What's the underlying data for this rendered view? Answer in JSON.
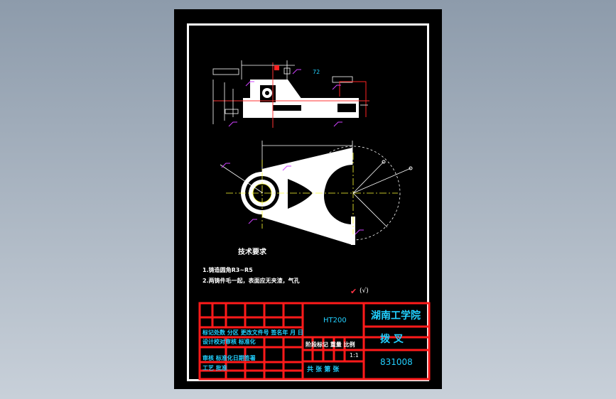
{
  "drawing": {
    "tech_heading": "技术要求",
    "tech_notes": [
      "1.铸造圆角R3~R5",
      "2.两铸件毛一起，表面应无夹渣，气孔"
    ],
    "surface_symbol": "(√)",
    "dim_top": "72"
  },
  "title_block": {
    "material": "HT200",
    "school": "湖南工学院",
    "part_name": "拨  叉",
    "drawing_no": "831008",
    "scale": "1:1",
    "row_mark": "标记处数  分区  更改文件号  签名年  月  日",
    "row_design": "设计校对审核     标准化",
    "row_review": "审核    标准化日期签署",
    "row_process": "工艺          批准",
    "stage_label": "阶段标记   重量  比例",
    "sheet_label": "共  张  第  张"
  },
  "colors": {
    "sheet": "#000000",
    "frame": "#ffffff",
    "table": "#ff1a1a",
    "cyan": "#22d0ff",
    "magenta": "#d040ff",
    "yellow": "#ffff33"
  }
}
